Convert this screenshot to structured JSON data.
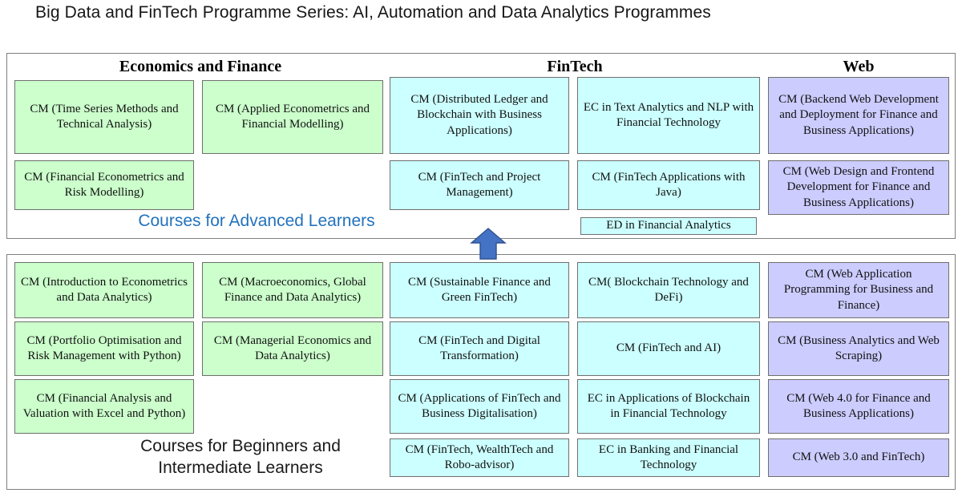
{
  "title": "Big Data and FinTech Programme Series: AI, Automation and Data Analytics Programmes",
  "colors": {
    "green": "#ccffcc",
    "cyan": "#ccffff",
    "purple": "#ccccff",
    "advanced_label": "#2272bd",
    "arrow": "#4472c4",
    "panel_border": "#7f7f7f"
  },
  "headers": [
    {
      "label": "Economics and Finance"
    },
    {
      "label": "FinTech"
    },
    {
      "label": "Web"
    }
  ],
  "panels": {
    "advanced": {
      "band_label": "Courses for Advanced Learners",
      "columns": [
        {
          "group": "Economics and Finance",
          "color": "green",
          "cells": [
            "CM (Time Series Methods and Technical Analysis)",
            "CM (Financial Econometrics and Risk Modelling)"
          ]
        },
        {
          "group": "Economics and Finance",
          "color": "green",
          "cells": [
            "CM (Applied Econometrics and Financial Modelling)"
          ]
        },
        {
          "group": "FinTech",
          "color": "cyan",
          "cells": [
            "CM (Distributed Ledger and Blockchain with Business Applications)",
            "CM (FinTech and Project Management)"
          ]
        },
        {
          "group": "FinTech",
          "color": "cyan",
          "cells": [
            "EC in Text Analytics and NLP with Financial Technology",
            "CM (FinTech Applications with Java)",
            "ED in Financial Analytics"
          ]
        },
        {
          "group": "Web",
          "color": "purple",
          "cells": [
            "CM (Backend Web Development and Deployment for Finance and Business Applications)",
            "CM (Web Design and Frontend Development for Finance and Business Applications)"
          ]
        }
      ]
    },
    "beginner": {
      "band_label": "Courses for Beginners and Intermediate Learners",
      "columns": [
        {
          "group": "Economics and Finance",
          "color": "green",
          "cells": [
            "CM (Introduction to Econometrics and Data Analytics)",
            "CM (Portfolio Optimisation and Risk Management with Python)",
            "CM (Financial Analysis and Valuation with Excel and Python)"
          ]
        },
        {
          "group": "Economics and Finance",
          "color": "green",
          "cells": [
            "CM (Macroeconomics, Global Finance and Data Analytics)",
            "CM (Managerial Economics and Data Analytics)"
          ]
        },
        {
          "group": "FinTech",
          "color": "cyan",
          "cells": [
            "CM (Sustainable Finance and Green FinTech)",
            "CM (FinTech and Digital Transformation)",
            "CM (Applications of FinTech and Business Digitalisation)",
            "CM (FinTech, WealthTech and Robo-advisor)"
          ]
        },
        {
          "group": "FinTech",
          "color": "cyan",
          "cells": [
            "CM( Blockchain Technology and DeFi)",
            "CM (FinTech and AI)",
            "EC in Applications of Blockchain in Financial Technology",
            "EC in Banking and Financial Technology"
          ]
        },
        {
          "group": "Web",
          "color": "purple",
          "cells": [
            "CM (Web Application Programming for Business and Finance)",
            "CM (Business Analytics and Web Scraping)",
            "CM (Web 4.0 for Finance and Business Applications)",
            "CM (Web 3.0 and FinTech)"
          ]
        }
      ]
    }
  },
  "arrow": {
    "name": "up-arrow",
    "direction": "up"
  }
}
